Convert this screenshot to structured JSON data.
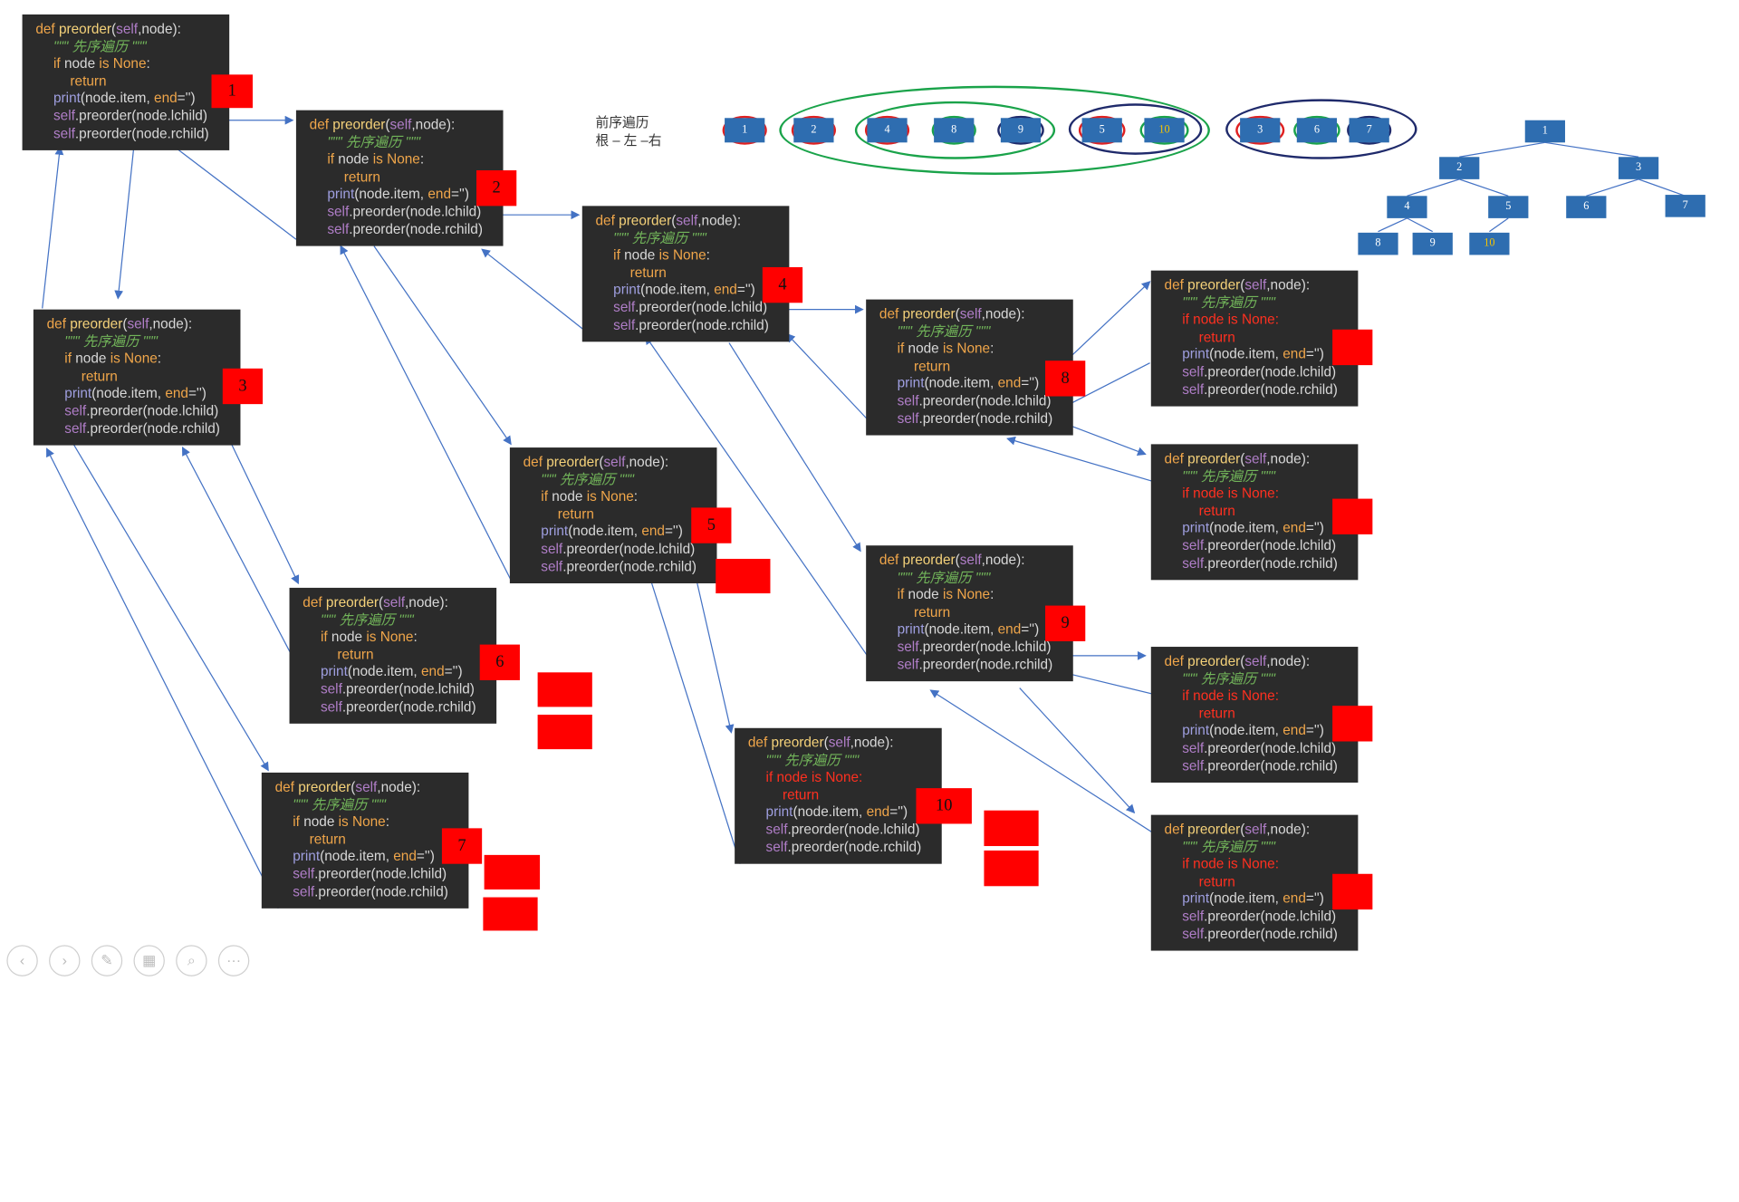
{
  "code": {
    "def": "def ",
    "fname": "preorder",
    "paren_open": "(",
    "self_kw": "self",
    "params_rest": ",node):",
    "docstring": "\"\"\" 先序遍历 \"\"\"",
    "if_kw": "if ",
    "node_word": "node ",
    "is_kw": "is ",
    "none_kw": "None",
    "colon": ":",
    "return_kw": "return",
    "print_fn": "print",
    "print_args": "(node.item, ",
    "end_kw": "end",
    "end_val": "='')",
    "dot": ".",
    "lchild_call": "preorder(node.lchild)",
    "rchild_call": "preorder(node.rchild)"
  },
  "blocks": [
    {
      "id": "b1",
      "label": "1"
    },
    {
      "id": "b2",
      "label": "2"
    },
    {
      "id": "b4",
      "label": "4"
    },
    {
      "id": "b8",
      "label": "8"
    },
    {
      "id": "b8l",
      "label": ""
    },
    {
      "id": "b8r",
      "label": ""
    },
    {
      "id": "b3",
      "label": "3"
    },
    {
      "id": "b5",
      "label": "5"
    },
    {
      "id": "b6",
      "label": "6"
    },
    {
      "id": "b7",
      "label": "7"
    },
    {
      "id": "b9",
      "label": "9"
    },
    {
      "id": "b9l",
      "label": ""
    },
    {
      "id": "b9r",
      "label": ""
    },
    {
      "id": "b10",
      "label": "10"
    }
  ],
  "header": {
    "line1": "前序遍历",
    "line2": "根 – 左 –右"
  },
  "sequence": [
    "1",
    "2",
    "4",
    "8",
    "9",
    "5",
    "10",
    "3",
    "6",
    "7"
  ],
  "tree": {
    "nodes": [
      "1",
      "2",
      "3",
      "4",
      "5",
      "6",
      "7",
      "8",
      "9",
      "10"
    ]
  },
  "colors": {
    "code_bg": "#2b2b2b",
    "tag_red": "#ff0000",
    "node_blue": "#2e6db0",
    "arrow_blue": "#4472c4",
    "oval_green": "#1aa34a",
    "oval_navy": "#1f2a6b",
    "oval_red": "#e02020"
  },
  "nav_icons": [
    "prev-icon",
    "next-icon",
    "pen-icon",
    "slides-icon",
    "zoom-icon",
    "more-icon"
  ]
}
